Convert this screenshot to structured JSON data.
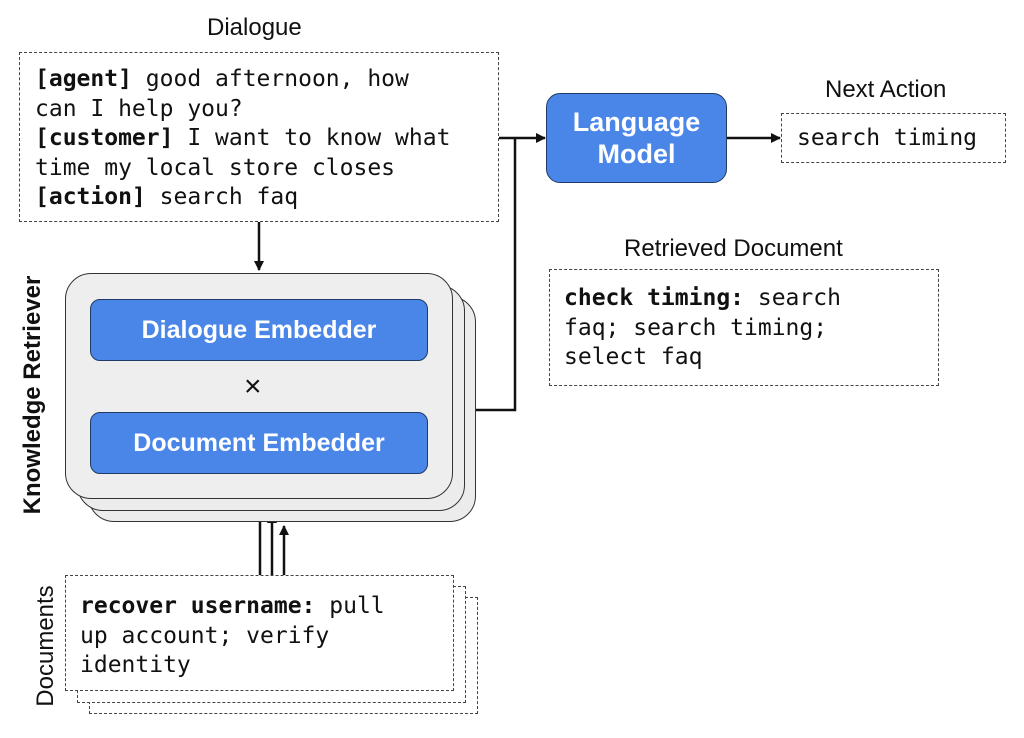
{
  "dialogue": {
    "title": "Dialogue",
    "lines": [
      {
        "speaker": "[agent]",
        "text": " good afternoon, how"
      },
      {
        "speaker": "",
        "text": "can I help you?"
      },
      {
        "speaker": "[customer]",
        "text": " I want to know what"
      },
      {
        "speaker": "",
        "text": "time my local store closes"
      },
      {
        "speaker": "[action]",
        "text": " search faq"
      }
    ]
  },
  "language_model": {
    "label": "Language Model"
  },
  "next_action": {
    "title": "Next Action",
    "value": "search timing"
  },
  "retrieved_document": {
    "title": "Retrieved Document",
    "lines": [
      {
        "bold": "check timing:",
        "text": " search"
      },
      {
        "bold": "",
        "text": "faq; search timing;"
      },
      {
        "bold": "",
        "text": "select faq"
      }
    ]
  },
  "knowledge_retriever": {
    "label": "Knowledge Retriever",
    "dialogue_embedder": "Dialogue Embedder",
    "times_symbol": "×",
    "document_embedder": "Document Embedder"
  },
  "documents": {
    "label": "Documents",
    "lines": [
      {
        "bold": "recover username:",
        "text": " pull"
      },
      {
        "bold": "",
        "text": "up account; verify"
      },
      {
        "bold": "",
        "text": "identity"
      }
    ]
  },
  "colors": {
    "accent": "#4a86e8",
    "panel": "#eeeeee"
  }
}
